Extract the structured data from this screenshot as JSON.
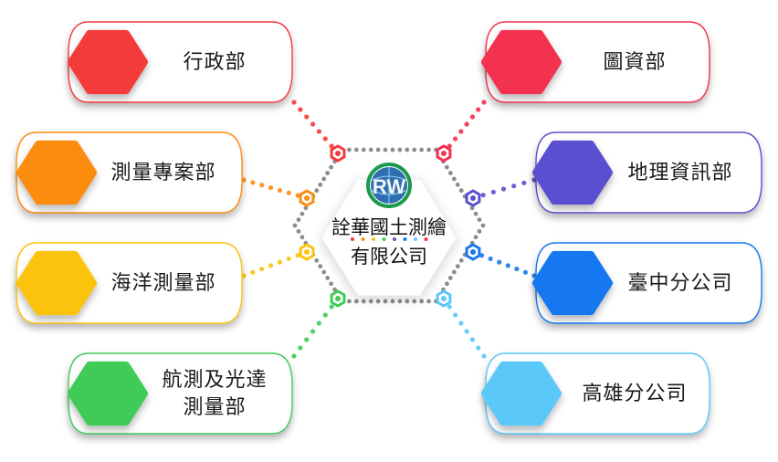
{
  "center": {
    "logo_text": "RW",
    "line1": "詮華國土測繪",
    "line2": "有限公司"
  },
  "departments": [
    {
      "label": "行政部",
      "color": "#f43a3a"
    },
    {
      "label": "測量專案部",
      "color": "#fb8c10"
    },
    {
      "label": "海洋測量部",
      "color": "#fcc30c"
    },
    {
      "label": "航測及光達",
      "label2": "測量部",
      "color": "#3fcb58"
    },
    {
      "label": "圖資部",
      "color": "#f2304f"
    },
    {
      "label": "地理資訊部",
      "color": "#5a4fd0"
    },
    {
      "label": "臺中分公司",
      "color": "#1878f0"
    },
    {
      "label": "高雄分公司",
      "color": "#5ac8f8"
    }
  ],
  "colors": {
    "ring": "#8d8d8d",
    "logo_ring": "#1a9a4a",
    "logo_fill": "#2d6fb0",
    "logo_text": "#f5f5f5"
  }
}
